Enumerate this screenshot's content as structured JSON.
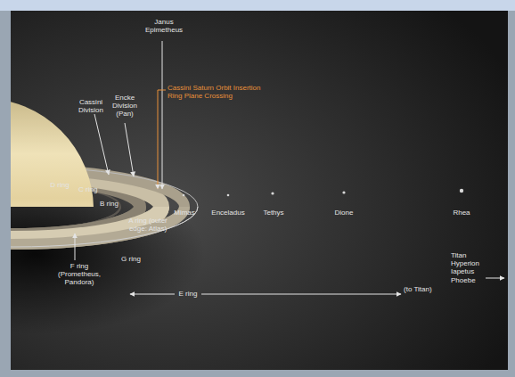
{
  "diagram": {
    "labels": [
      "Janus Epimetheus",
      "Cassini Division",
      "Encke Division (Pan)",
      "Cassini Saturn Orbit Insertion Ring Plane Crossing",
      "D ring",
      "C ring",
      "B ring",
      "A ring (outer edge: Atlas)",
      "Mimas",
      "Enceladus",
      "Tethys",
      "Dione",
      "Rhea",
      "F ring (Prometheus, Pandora)",
      "G ring",
      "E ring",
      "(to Titan)",
      "Titan Hyperion Iapetus Phoebe"
    ]
  }
}
